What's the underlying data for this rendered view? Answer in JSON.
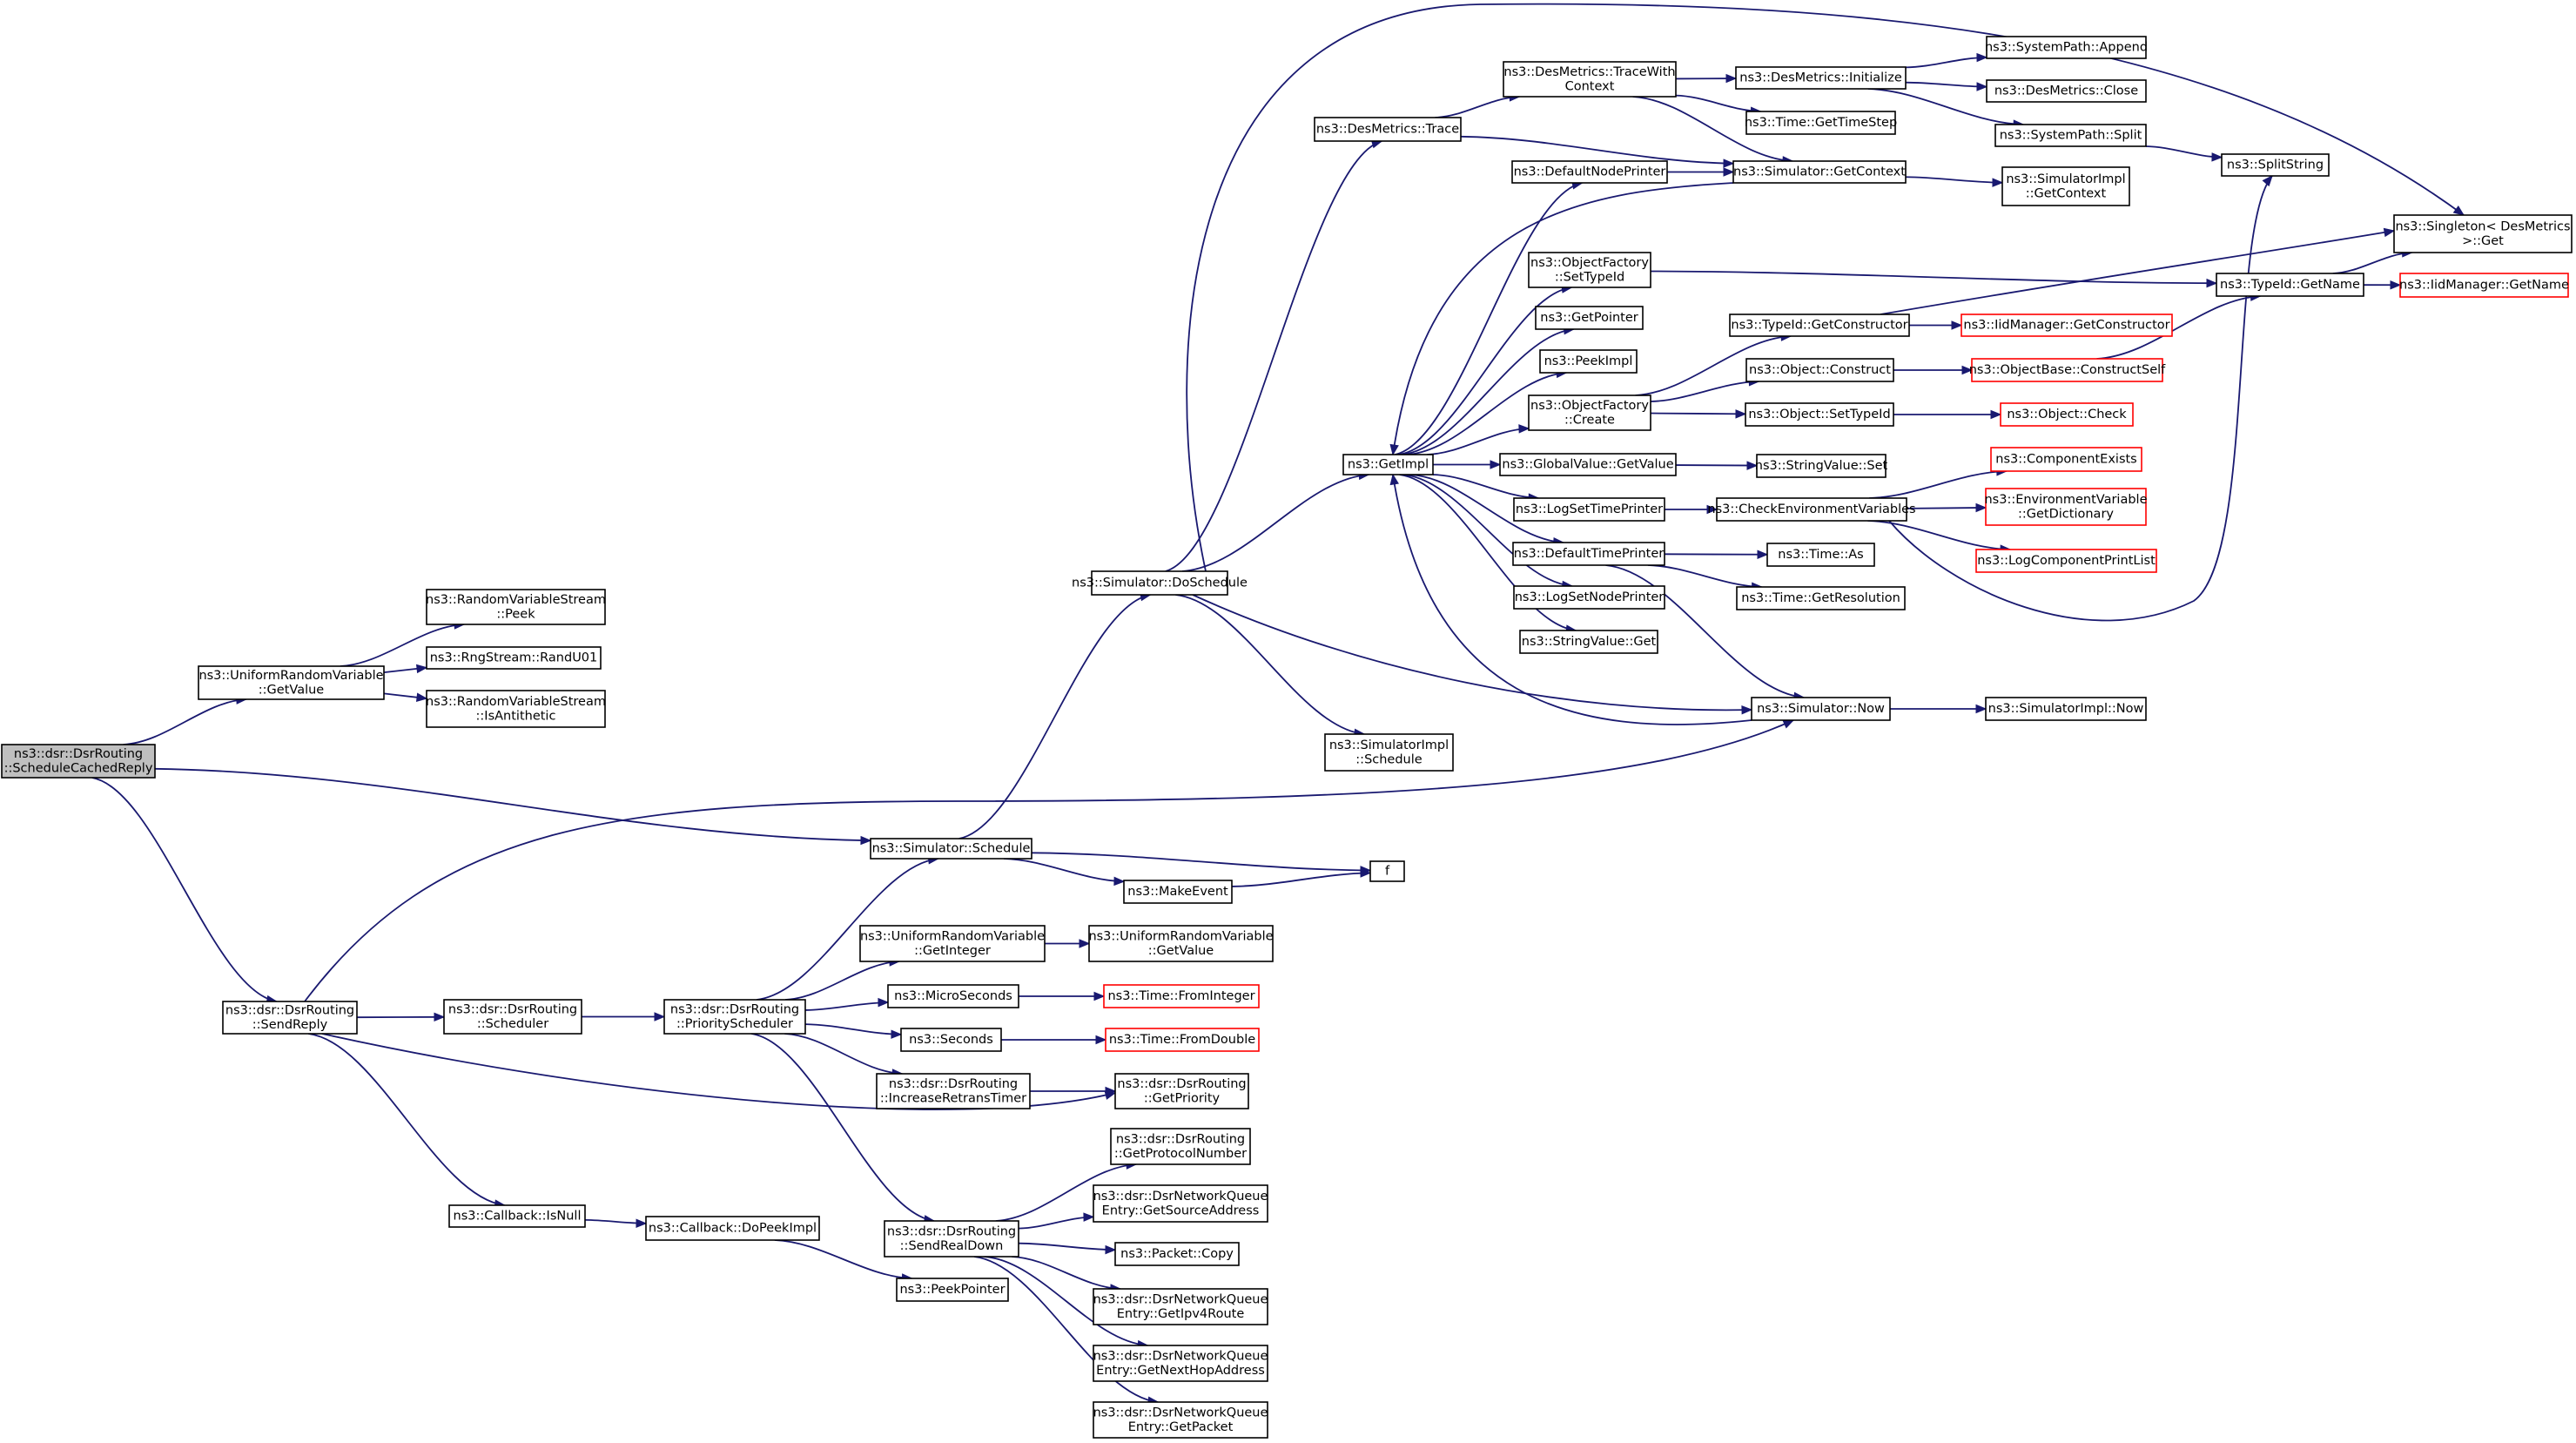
{
  "diagram": {
    "type": "call-graph",
    "colors": {
      "edge": "#191970",
      "root_fill": "#bfbfbf",
      "node_border": "#000000",
      "truncated_border": "#ff0000"
    },
    "nodes": [
      {
        "id": "root",
        "lines": [
          "ns3::dsr::DsrRouting",
          "::ScheduleCachedReply"
        ],
        "root": true
      },
      {
        "id": "urv_getvalue",
        "lines": [
          "ns3::UniformRandomVariable",
          "::GetValue"
        ]
      },
      {
        "id": "rvs_peek",
        "lines": [
          "ns3::RandomVariableStream",
          "::Peek"
        ]
      },
      {
        "id": "rng_randu01",
        "lines": [
          "ns3::RngStream::RandU01"
        ]
      },
      {
        "id": "rvs_isanti",
        "lines": [
          "ns3::RandomVariableStream",
          "::IsAntithetic"
        ]
      },
      {
        "id": "sim_schedule",
        "lines": [
          "ns3::Simulator::Schedule"
        ]
      },
      {
        "id": "sim_doschedule",
        "lines": [
          "ns3::Simulator::DoSchedule"
        ]
      },
      {
        "id": "desm_trace",
        "lines": [
          "ns3::DesMetrics::Trace"
        ]
      },
      {
        "id": "desm_tracewith",
        "lines": [
          "ns3::DesMetrics::TraceWith",
          "Context"
        ]
      },
      {
        "id": "desm_init",
        "lines": [
          "ns3::DesMetrics::Initialize"
        ]
      },
      {
        "id": "syspath_append",
        "lines": [
          "ns3::SystemPath::Append"
        ]
      },
      {
        "id": "desm_close",
        "lines": [
          "ns3::DesMetrics::Close"
        ]
      },
      {
        "id": "syspath_split",
        "lines": [
          "ns3::SystemPath::Split"
        ]
      },
      {
        "id": "splitstring",
        "lines": [
          "ns3::SplitString"
        ]
      },
      {
        "id": "time_gettimestep",
        "lines": [
          "ns3::Time::GetTimeStep"
        ]
      },
      {
        "id": "defnodeprinter",
        "lines": [
          "ns3::DefaultNodePrinter"
        ]
      },
      {
        "id": "sim_getcontext",
        "lines": [
          "ns3::Simulator::GetContext"
        ]
      },
      {
        "id": "simimpl_getcontext",
        "lines": [
          "ns3::SimulatorImpl",
          "::GetContext"
        ]
      },
      {
        "id": "singleton_get",
        "lines": [
          "ns3::Singleton< DesMetrics",
          " >::Get"
        ]
      },
      {
        "id": "of_settypeid",
        "lines": [
          "ns3::ObjectFactory",
          "::SetTypeId"
        ]
      },
      {
        "id": "typeid_getname",
        "lines": [
          "ns3::TypeId::GetName"
        ]
      },
      {
        "id": "iidm_getname",
        "lines": [
          "ns3::IidManager::GetName"
        ],
        "truncated": true
      },
      {
        "id": "getpointer",
        "lines": [
          "ns3::GetPointer"
        ]
      },
      {
        "id": "peekimpl",
        "lines": [
          "ns3::PeekImpl"
        ]
      },
      {
        "id": "typeid_getctor",
        "lines": [
          "ns3::TypeId::GetConstructor"
        ]
      },
      {
        "id": "iidm_getctor",
        "lines": [
          "ns3::IidManager::GetConstructor"
        ],
        "truncated": true
      },
      {
        "id": "of_create",
        "lines": [
          "ns3::ObjectFactory",
          "::Create"
        ]
      },
      {
        "id": "obj_construct",
        "lines": [
          "ns3::Object::Construct"
        ]
      },
      {
        "id": "objbase_constructself",
        "lines": [
          "ns3::ObjectBase::ConstructSelf"
        ],
        "truncated": true
      },
      {
        "id": "obj_settypeid",
        "lines": [
          "ns3::Object::SetTypeId"
        ]
      },
      {
        "id": "obj_check",
        "lines": [
          "ns3::Object::Check"
        ],
        "truncated": true
      },
      {
        "id": "getimpl",
        "lines": [
          "ns3::GetImpl"
        ]
      },
      {
        "id": "gv_getvalue",
        "lines": [
          "ns3::GlobalValue::GetValue"
        ]
      },
      {
        "id": "sv_set",
        "lines": [
          "ns3::StringValue::Set"
        ]
      },
      {
        "id": "logsettimeprinter",
        "lines": [
          "ns3::LogSetTimePrinter"
        ]
      },
      {
        "id": "checkenv",
        "lines": [
          "ns3::CheckEnvironmentVariables"
        ]
      },
      {
        "id": "compexists",
        "lines": [
          "ns3::ComponentExists"
        ],
        "truncated": true
      },
      {
        "id": "envvar_getdict",
        "lines": [
          "ns3::EnvironmentVariable",
          "::GetDictionary"
        ],
        "truncated": true
      },
      {
        "id": "logcompprintlist",
        "lines": [
          "ns3::LogComponentPrintList"
        ],
        "truncated": true
      },
      {
        "id": "deftimeprinter",
        "lines": [
          "ns3::DefaultTimePrinter"
        ]
      },
      {
        "id": "time_as",
        "lines": [
          "ns3::Time::As"
        ]
      },
      {
        "id": "time_getres",
        "lines": [
          "ns3::Time::GetResolution"
        ]
      },
      {
        "id": "logsetnodeprinter",
        "lines": [
          "ns3::LogSetNodePrinter"
        ]
      },
      {
        "id": "sv_get",
        "lines": [
          "ns3::StringValue::Get"
        ]
      },
      {
        "id": "sim_now",
        "lines": [
          "ns3::Simulator::Now"
        ]
      },
      {
        "id": "simimpl_now",
        "lines": [
          "ns3::SimulatorImpl::Now"
        ]
      },
      {
        "id": "simimpl_schedule",
        "lines": [
          "ns3::SimulatorImpl",
          "::Schedule"
        ]
      },
      {
        "id": "makeevent",
        "lines": [
          "ns3::MakeEvent"
        ]
      },
      {
        "id": "f",
        "lines": [
          "f"
        ]
      },
      {
        "id": "sendreply",
        "lines": [
          "ns3::dsr::DsrRouting",
          "::SendReply"
        ]
      },
      {
        "id": "scheduler",
        "lines": [
          "ns3::dsr::DsrRouting",
          "::Scheduler"
        ]
      },
      {
        "id": "priosched",
        "lines": [
          "ns3::dsr::DsrRouting",
          "::PriorityScheduler"
        ]
      },
      {
        "id": "urv_getint",
        "lines": [
          "ns3::UniformRandomVariable",
          "::GetInteger"
        ]
      },
      {
        "id": "urv_getvalue2",
        "lines": [
          "ns3::UniformRandomVariable",
          "::GetValue"
        ]
      },
      {
        "id": "microseconds",
        "lines": [
          "ns3::MicroSeconds"
        ]
      },
      {
        "id": "time_fromint",
        "lines": [
          "ns3::Time::FromInteger"
        ],
        "truncated": true
      },
      {
        "id": "seconds",
        "lines": [
          "ns3::Seconds"
        ]
      },
      {
        "id": "time_fromdouble",
        "lines": [
          "ns3::Time::FromDouble"
        ],
        "truncated": true
      },
      {
        "id": "incretrans",
        "lines": [
          "ns3::dsr::DsrRouting",
          "::IncreaseRetransTimer"
        ]
      },
      {
        "id": "getpriority",
        "lines": [
          "ns3::dsr::DsrRouting",
          "::GetPriority"
        ]
      },
      {
        "id": "cb_isnull",
        "lines": [
          "ns3::Callback::IsNull"
        ]
      },
      {
        "id": "cb_dopeekimpl",
        "lines": [
          "ns3::Callback::DoPeekImpl"
        ]
      },
      {
        "id": "peekpointer",
        "lines": [
          "ns3::PeekPointer"
        ]
      },
      {
        "id": "sendrealdown",
        "lines": [
          "ns3::dsr::DsrRouting",
          "::SendRealDown"
        ]
      },
      {
        "id": "getprotonum",
        "lines": [
          "ns3::dsr::DsrRouting",
          "::GetProtocolNumber"
        ]
      },
      {
        "id": "dnq_getsrc",
        "lines": [
          "ns3::dsr::DsrNetworkQueue",
          "Entry::GetSourceAddress"
        ]
      },
      {
        "id": "packet_copy",
        "lines": [
          "ns3::Packet::Copy"
        ]
      },
      {
        "id": "dnq_getipv4",
        "lines": [
          "ns3::dsr::DsrNetworkQueue",
          "Entry::GetIpv4Route"
        ]
      },
      {
        "id": "dnq_getnexthop",
        "lines": [
          "ns3::dsr::DsrNetworkQueue",
          "Entry::GetNextHopAddress"
        ]
      },
      {
        "id": "dnq_getpacket",
        "lines": [
          "ns3::dsr::DsrNetworkQueue",
          "Entry::GetPacket"
        ]
      }
    ]
  }
}
